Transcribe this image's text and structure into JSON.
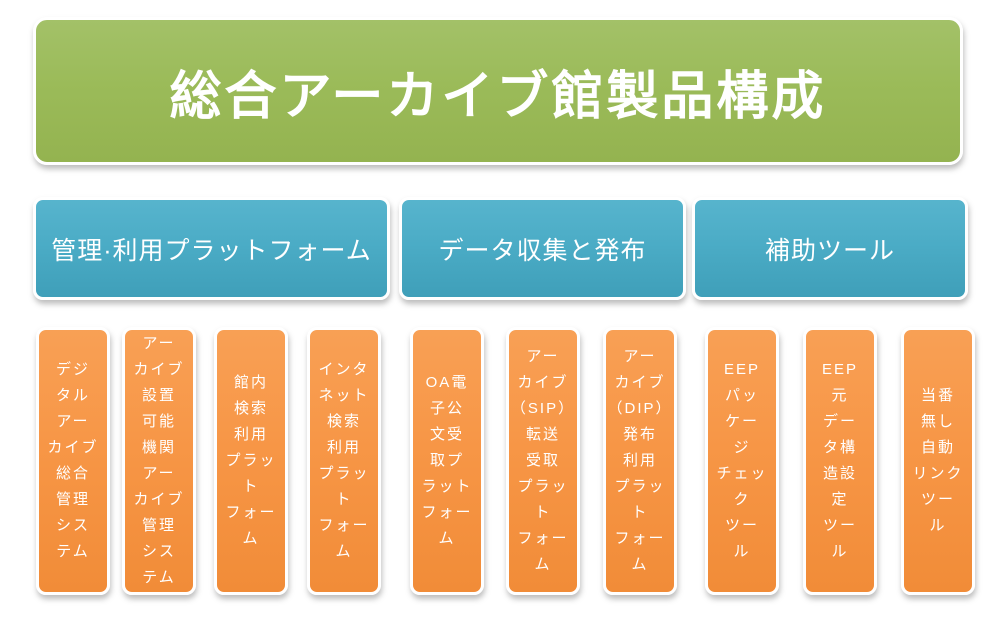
{
  "title": "総合アーカイブ館製品構成",
  "groups": [
    {
      "label": "管理·利用プラットフォーム",
      "items": [
        {
          "text": "デジ\nタル\nアー\nカイブ\n総合\n管理\nシス\nテム"
        },
        {
          "text": "アー\nカイブ\n設置\n可能\n機関\nアー\nカイブ\n管理\nシス\nテム"
        },
        {
          "text": "館内\n検索\n利用\nプラッ\nト\nフォー\nム"
        },
        {
          "text": "インタ\nネット\n検索\n利用\nプラッ\nト\nフォー\nム"
        }
      ]
    },
    {
      "label": "データ収集と発布",
      "items": [
        {
          "text": "OA電\n子公\n文受\n取プ\nラット\nフォー\nム"
        },
        {
          "text": "アー\nカイブ\n（SIP）\n転送\n受取\nプラッ\nト\nフォー\nム"
        },
        {
          "text": "アー\nカイブ\n（DIP）\n発布\n利用\nプラッ\nト\nフォー\nム"
        }
      ]
    },
    {
      "label": "補助ツール",
      "items": [
        {
          "text": "EEP\nパッ\nケー\nジ\nチェッ\nク\nツー\nル"
        },
        {
          "text": "EEP\n元\nデー\nタ構\n造設\n定\nツー\nル"
        },
        {
          "text": "当番\n無し\n自動\nリンク\nツー\nル"
        }
      ]
    }
  ],
  "colors": {
    "header_green": "#9BBB59",
    "category_teal": "#4BACC6",
    "item_orange": "#F79646",
    "text": "#FFFFFF",
    "background": "#FFFFFF"
  }
}
